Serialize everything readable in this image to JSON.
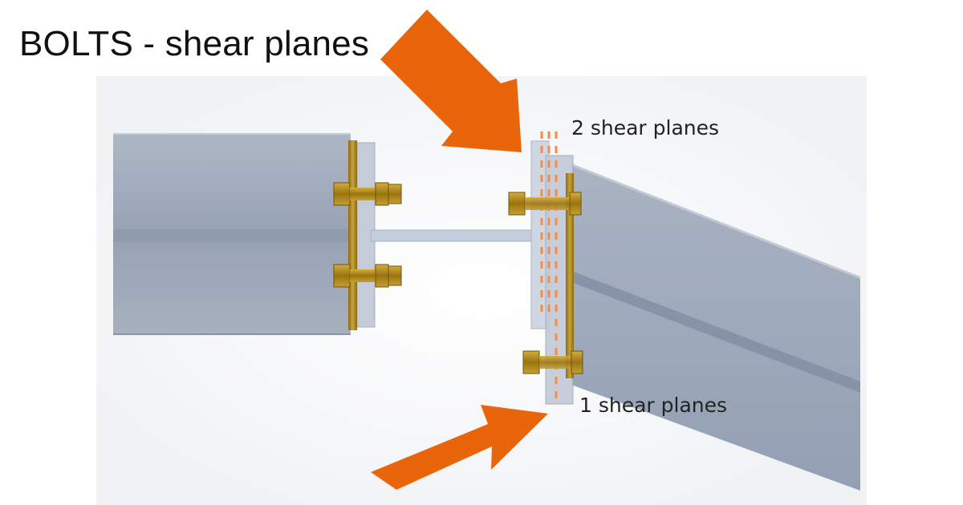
{
  "title": "BOLTS - shear planes",
  "labels": {
    "double_shear": "2 shear planes",
    "single_shear": "1 shear planes"
  },
  "colors": {
    "beam": "#9ea8b8",
    "beam_dark": "#7b8698",
    "plate": "#b9c3d2",
    "bolt": "#b48a1c",
    "arrow": "#e8650a",
    "shear_line": "#f0a070"
  }
}
